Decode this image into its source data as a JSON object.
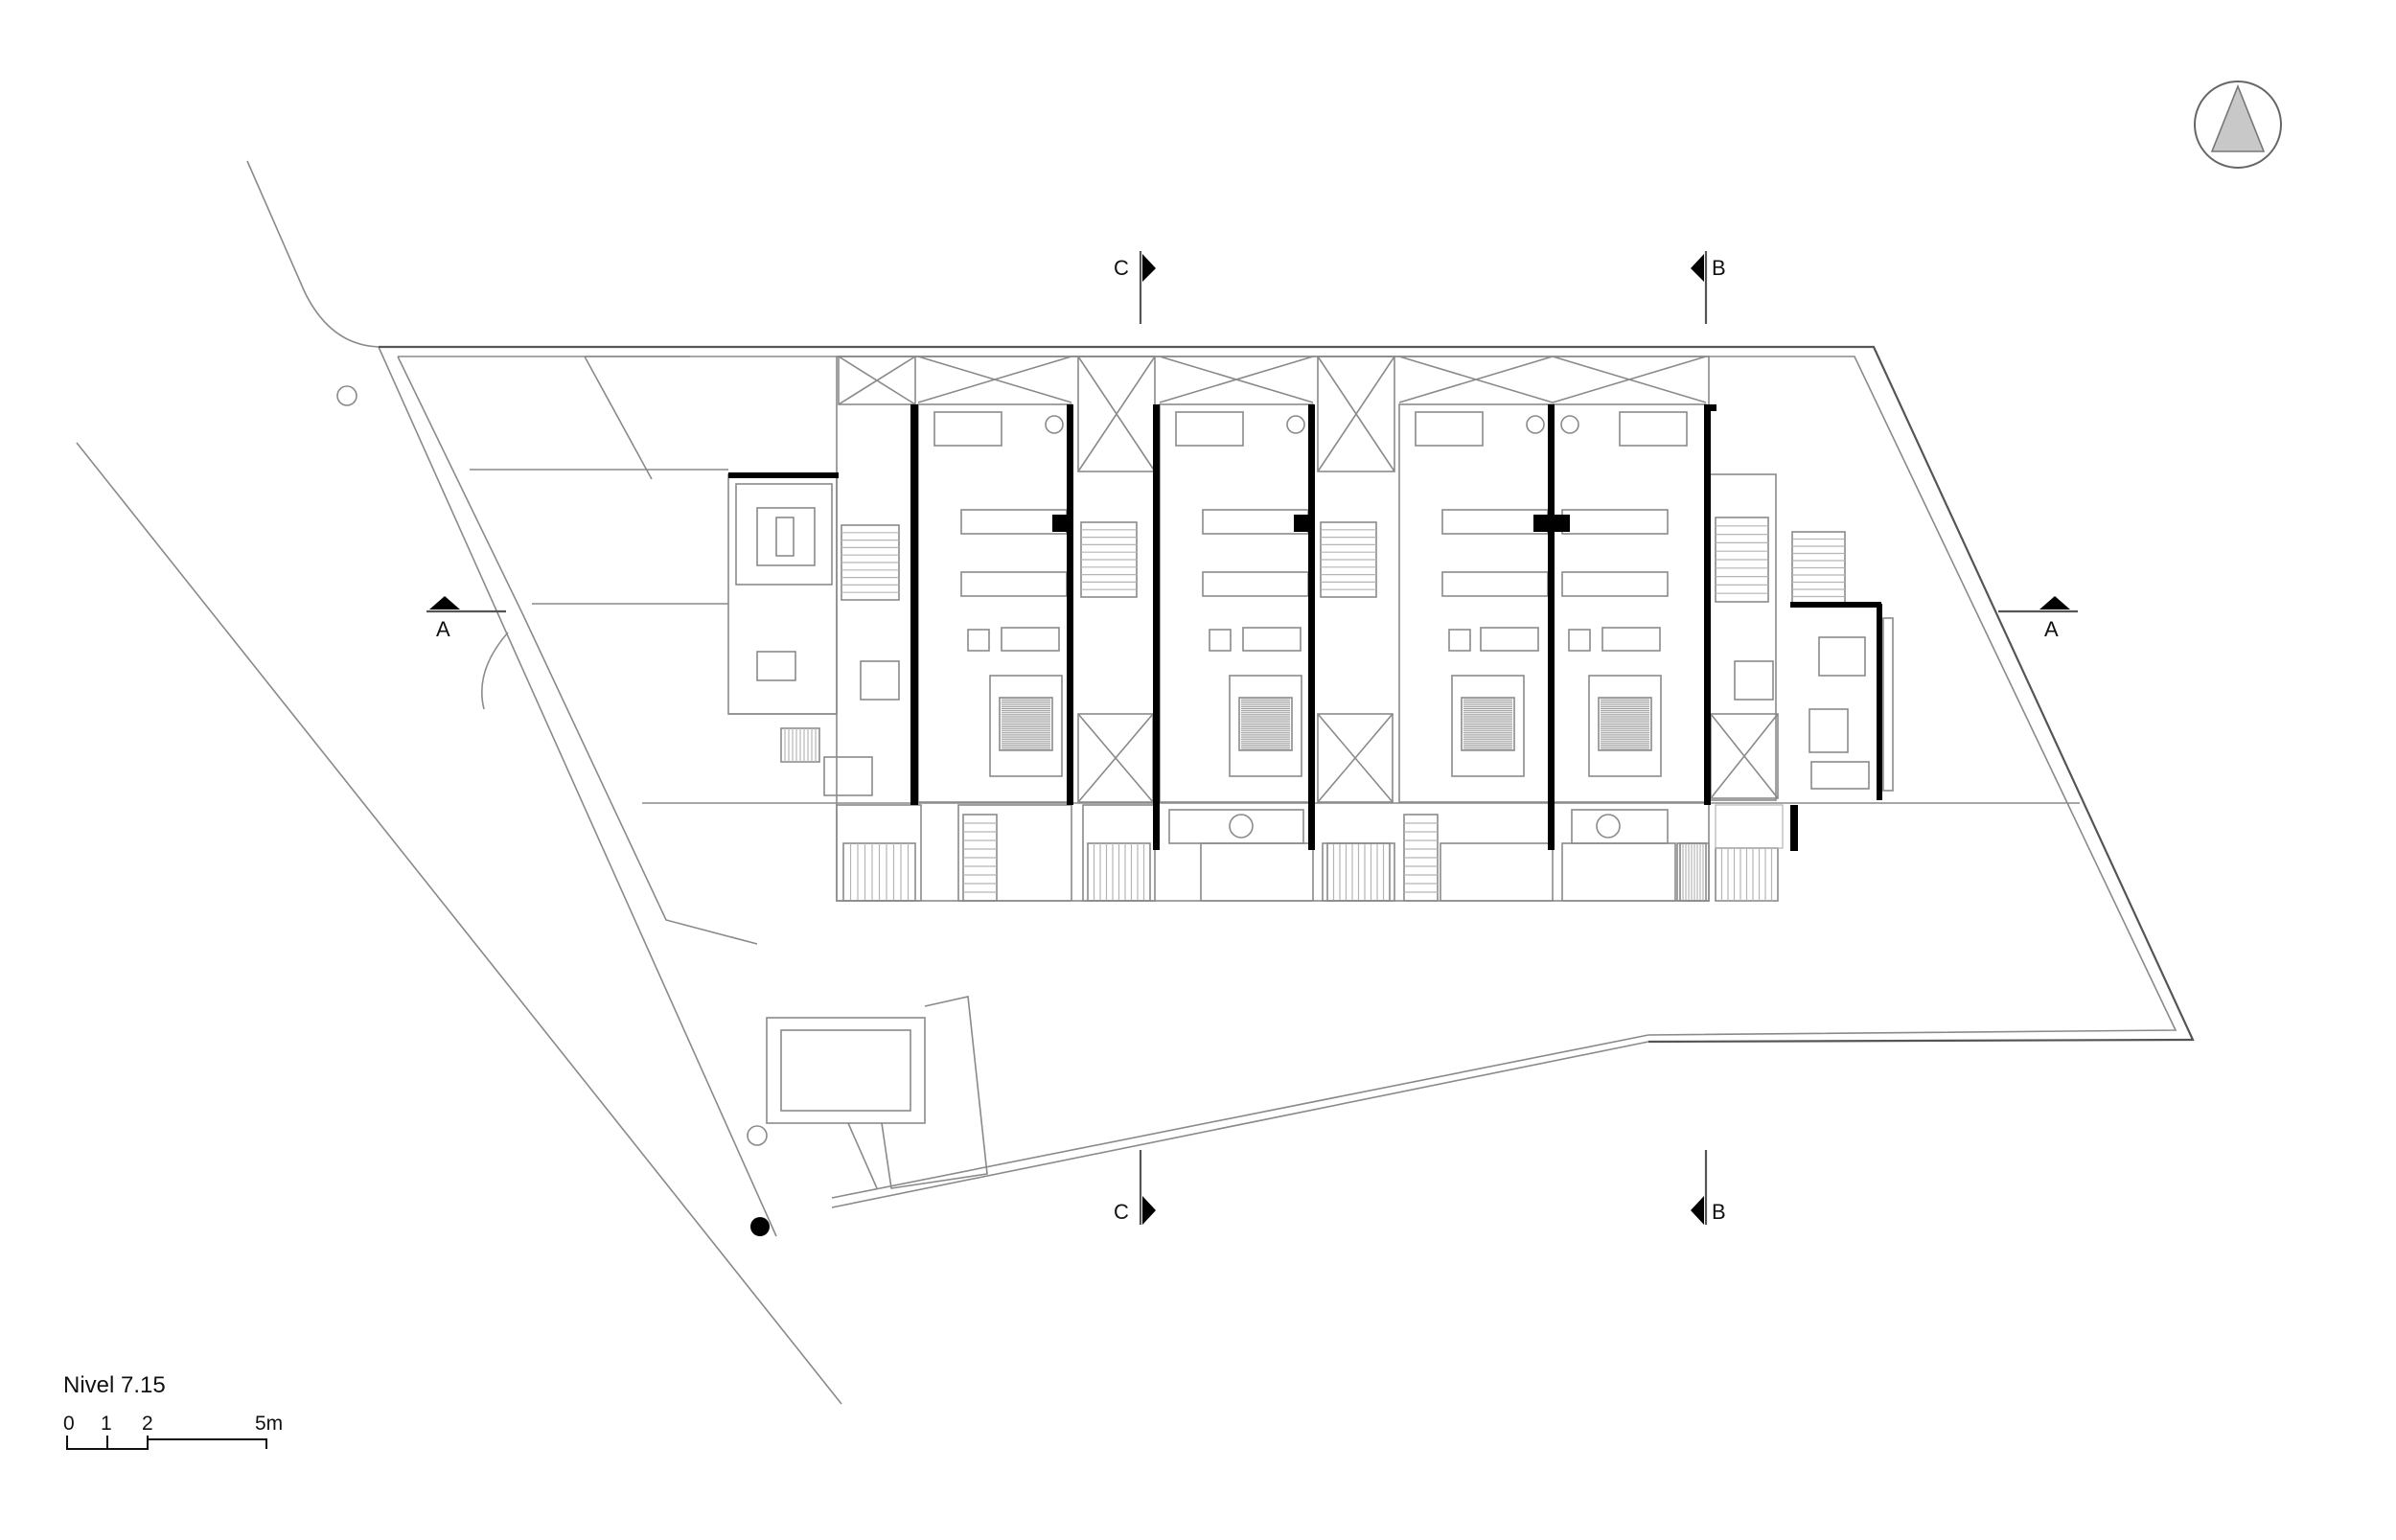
{
  "drawing": {
    "level_title": "Nivel 7.15"
  },
  "sections": {
    "a_left": "A",
    "a_right": "A",
    "b_top": "B",
    "b_bottom": "B",
    "c_top": "C",
    "c_bottom": "C"
  },
  "scale_bar": {
    "labels": [
      "0",
      "1",
      "2",
      "5m"
    ]
  },
  "north_arrow": {
    "icon": "north-arrow-icon"
  }
}
